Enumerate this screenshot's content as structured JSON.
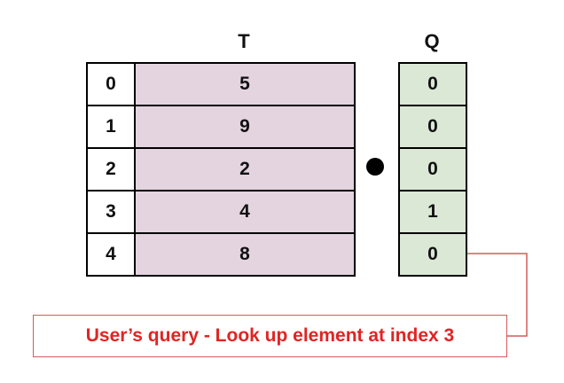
{
  "titles": {
    "table": "T",
    "query_array": "Q"
  },
  "rows": [
    {
      "index": "0",
      "value": "5",
      "q": "0"
    },
    {
      "index": "1",
      "value": "9",
      "q": "0"
    },
    {
      "index": "2",
      "value": "2",
      "q": "0"
    },
    {
      "index": "3",
      "value": "4",
      "q": "1"
    },
    {
      "index": "4",
      "value": "8",
      "q": "0"
    }
  ],
  "operator": "dot-product",
  "annotation": {
    "text": "User’s query - Look up element at index 3"
  },
  "colors": {
    "table_fill": "#e4d4e0",
    "query_fill": "#dbe8d6",
    "annotation": "#e02424"
  }
}
